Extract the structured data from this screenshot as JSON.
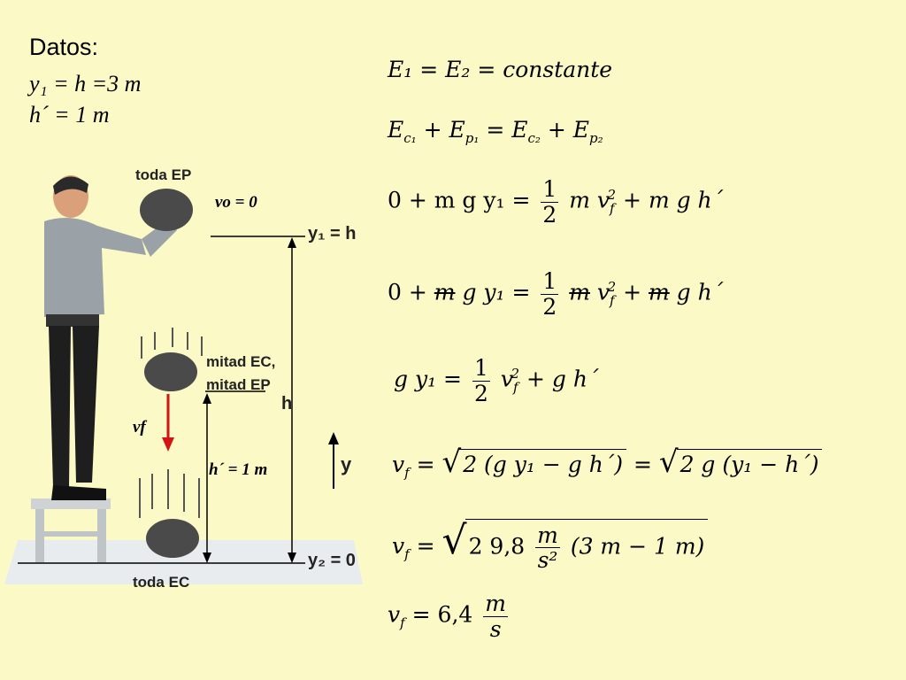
{
  "datos": {
    "title": "Datos:",
    "line1": "y₁ = h =3 m",
    "line2": "h´ = 1 m"
  },
  "equations": {
    "e1": "E₁ = E₂ = constante",
    "e2_left": "E",
    "e3_left": "0 + m g y₁ =",
    "e3_right": "m v",
    "e3_tail": "+ m g h´",
    "frac_num": "1",
    "frac_den": "2",
    "e4_left_a": "0 +",
    "e4_m": "m",
    "e4_left_b": "g y₁ =",
    "e4_tail": "g h´",
    "e5_left": "g y₁ =",
    "e5_right": "v",
    "e5_tail": "+ g h´",
    "e6_left": "v",
    "e6_sqrt1": "2 (g y₁  − g h´)",
    "e6_sqrt2": "2 g (y₁  − h´)",
    "e7_left": "v",
    "e7_sqrt_a": "2  9,8",
    "e7_unit_num": "m",
    "e7_unit_den": "s²",
    "e7_sqrt_b": "(3 m  − 1 m)",
    "e8_left": "v",
    "e8_val": "= 6,4",
    "e8_unit_num": "m",
    "e8_unit_den": "s"
  },
  "figure": {
    "label_toda_ep": "toda EP",
    "label_vo": "vo = 0",
    "label_y1_h": "y₁ = h",
    "label_mitad_ec": "mitad EC,",
    "label_mitad_ep": "mitad EP",
    "label_h": "h",
    "label_vf": "vf",
    "label_y": "y",
    "label_hprime": "h´ = 1 m",
    "label_y2": "y₂ = 0",
    "label_toda_ec": "toda EC"
  },
  "colors": {
    "background": "#fbfac6",
    "velocity_arrow": "#d21414",
    "rock": "#4a4a4a"
  }
}
